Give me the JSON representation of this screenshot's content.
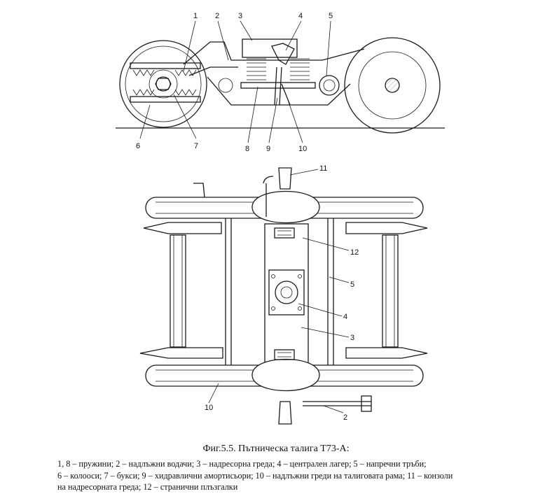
{
  "figure": {
    "caption": "Фиг.5.5. Пътническа талига Т73-А:",
    "legend_lines": [
      "1, 8 – пружини; 2 – надлъжни водачи; 3 – надресорна греда; 4 – централен лагер; 5 – напречни тръби;",
      "6 – колооси; 7 – букси; 9 – хидравлични амортисьори; 10 – надлъжни греди на талиговата рама; 11 – конзоли",
      "на надресорната греда; 12 – странични плъзгалки"
    ],
    "side_view_labels": [
      "1",
      "2",
      "3",
      "4",
      "5",
      "6",
      "7",
      "8",
      "9",
      "10"
    ],
    "top_view_labels": [
      "11",
      "12",
      "5",
      "4",
      "3",
      "10",
      "2"
    ]
  }
}
